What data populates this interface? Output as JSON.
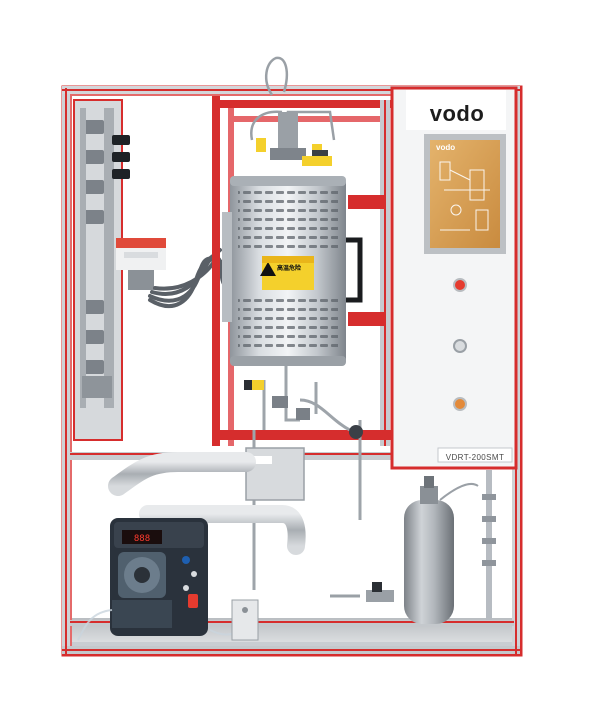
{
  "brand": {
    "name": "vodo",
    "tagline": ""
  },
  "screen": {
    "logo": "vodo"
  },
  "control_panel": {
    "buttons": [
      {
        "label": ""
      },
      {
        "label": ""
      },
      {
        "label": ""
      }
    ],
    "model": "VDRT-200SMT"
  },
  "pump": {
    "display": "888"
  },
  "furnace": {
    "warning": "高温危险"
  },
  "colors": {
    "frame_red": "#d62d2d",
    "aluminum": "#c9cdd2",
    "steel": "#b7bcc2",
    "panel_white": "#f4f5f6",
    "screen_amber": "#d9a25a",
    "pump_dark": "#2a323c",
    "accent_red": "#e53b2f",
    "yellow_label": "#f4d02c"
  }
}
